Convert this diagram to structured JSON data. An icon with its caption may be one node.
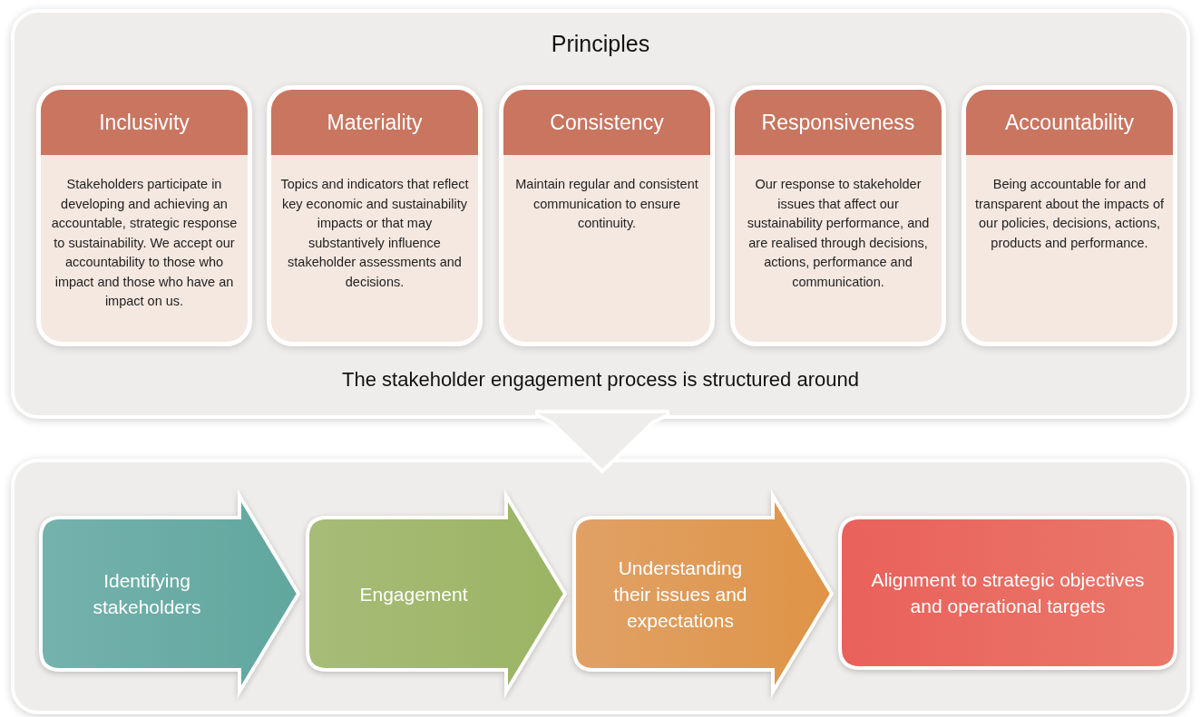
{
  "diagram": {
    "nodes": [
      {
        "text": [
          "Principles",
          "The stakeholder engagement process is structured around"
        ]
      },
      {
        "text": [
          "Inclusivity",
          "Stakeholders participate in developing and achieving an accountable, strategic response to sustainability. We accept our accountability to those who impact and those who have an impact on us."
        ],
        "in": 0
      },
      {
        "text": [
          "Materiality",
          "Topics and indicators that reflect key economic and sustainability impacts or that may substantively influence stakeholder assessments and decisions."
        ],
        "in": 0
      },
      {
        "text": [
          "Consistency",
          "Maintain regular and consistent communication to ensure continuity."
        ],
        "in": 0
      },
      {
        "text": [
          "Responsiveness",
          "Our response to stakeholder issues that affect our sustainability performance, and are realised through decisions, actions, performance and communication."
        ],
        "in": 0
      },
      {
        "text": [
          "Accountability",
          "Being accountable for and transparent about the impacts of our policies, decisions, actions, products and performance."
        ],
        "in": 0
      },
      {
        "text": [],
        "shape": "box"
      },
      {
        "text": [
          "Identifying stakeholders"
        ],
        "in": 6
      },
      {
        "text": [
          "Engagement"
        ],
        "in": 6
      },
      {
        "text": [
          "Understanding their issues and expectations"
        ],
        "in": 6
      },
      {
        "text": [
          "Alignment to strategic objectives and operational targets"
        ],
        "in": 6
      }
    ],
    "edges": [
      {
        "from": 0,
        "to": 6,
        "arrow": "to"
      }
    ]
  }
}
